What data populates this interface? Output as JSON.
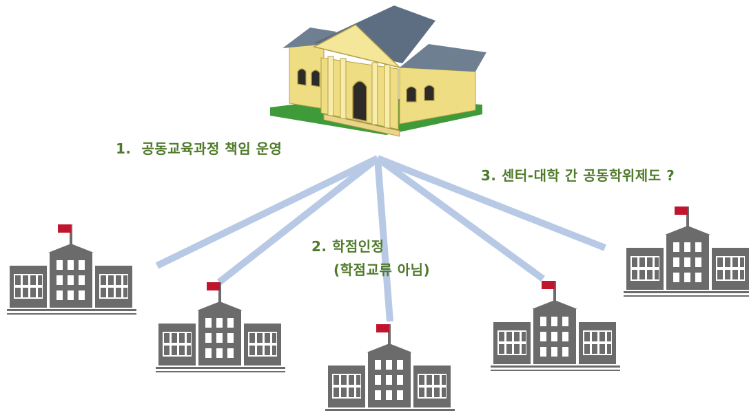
{
  "labels": {
    "item1": "1.  공동교육과정 책임 운영",
    "item2_line1": "2. 학점인정",
    "item2_line2": "(학점교류 아님)",
    "item3": "3. 센터-대학 간 공동학위제도 ?"
  },
  "colors": {
    "label_text": "#4f7a2a",
    "connector": "#b8c9e6",
    "building_gray": "#6b6b6b",
    "flag_red": "#c0152e",
    "hall_wall": "#eedd82",
    "hall_roof": "#6f7f92",
    "hall_grass": "#3f9a3a"
  },
  "icons": {
    "central": "university-hall-icon",
    "schools": "school-building-icon"
  }
}
